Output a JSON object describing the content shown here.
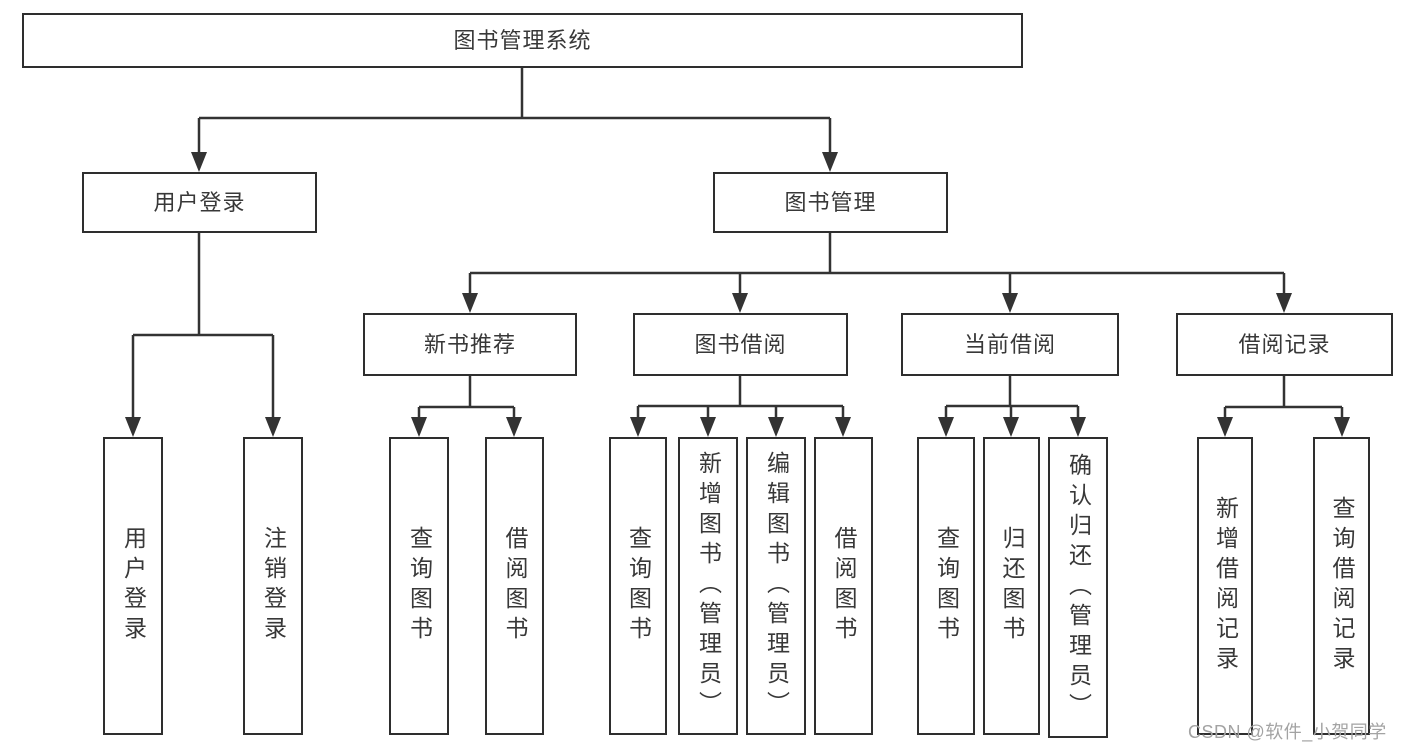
{
  "diagram_title": "图书管理系统",
  "watermark": "CSDN @软件_小贺同学",
  "colors": {
    "background": "#ffffff",
    "line": "#333333",
    "box_border": "#2e2e2e",
    "text": "#383838",
    "watermark": "#a3a3a3"
  },
  "nodes": {
    "root": {
      "label": "图书管理系统"
    },
    "user_login": {
      "label": "用户登录"
    },
    "book_management": {
      "label": "图书管理"
    },
    "new_book_recommend": {
      "label": "新书推荐"
    },
    "book_borrow": {
      "label": "图书借阅"
    },
    "current_borrow": {
      "label": "当前借阅"
    },
    "borrow_records": {
      "label": "借阅记录"
    },
    "leaf_user_login": {
      "label": "用户登录"
    },
    "leaf_logout": {
      "label": "注销登录"
    },
    "nbr_query_books": {
      "label": "查询图书"
    },
    "nbr_borrow_books": {
      "label": "借阅图书"
    },
    "bb_query_books": {
      "label": "查询图书"
    },
    "bb_add_books_admin": {
      "label": "新增图书（管理员）"
    },
    "bb_edit_books_admin": {
      "label": "编辑图书（管理员）"
    },
    "bb_borrow_books": {
      "label": "借阅图书"
    },
    "cb_query_books": {
      "label": "查询图书"
    },
    "cb_return_books": {
      "label": "归还图书"
    },
    "cb_confirm_return_admin": {
      "label": "确认归还（管理员）"
    },
    "br_add_record": {
      "label": "新增借阅记录"
    },
    "br_query_record": {
      "label": "查询借阅记录"
    }
  },
  "hierarchy": {
    "图书管理系统": {
      "用户登录": [
        "用户登录",
        "注销登录"
      ],
      "图书管理": {
        "新书推荐": [
          "查询图书",
          "借阅图书"
        ],
        "图书借阅": [
          "查询图书",
          "新增图书（管理员）",
          "编辑图书（管理员）",
          "借阅图书"
        ],
        "当前借阅": [
          "查询图书",
          "归还图书",
          "确认归还（管理员）"
        ],
        "借阅记录": [
          "新增借阅记录",
          "查询借阅记录"
        ]
      }
    }
  }
}
